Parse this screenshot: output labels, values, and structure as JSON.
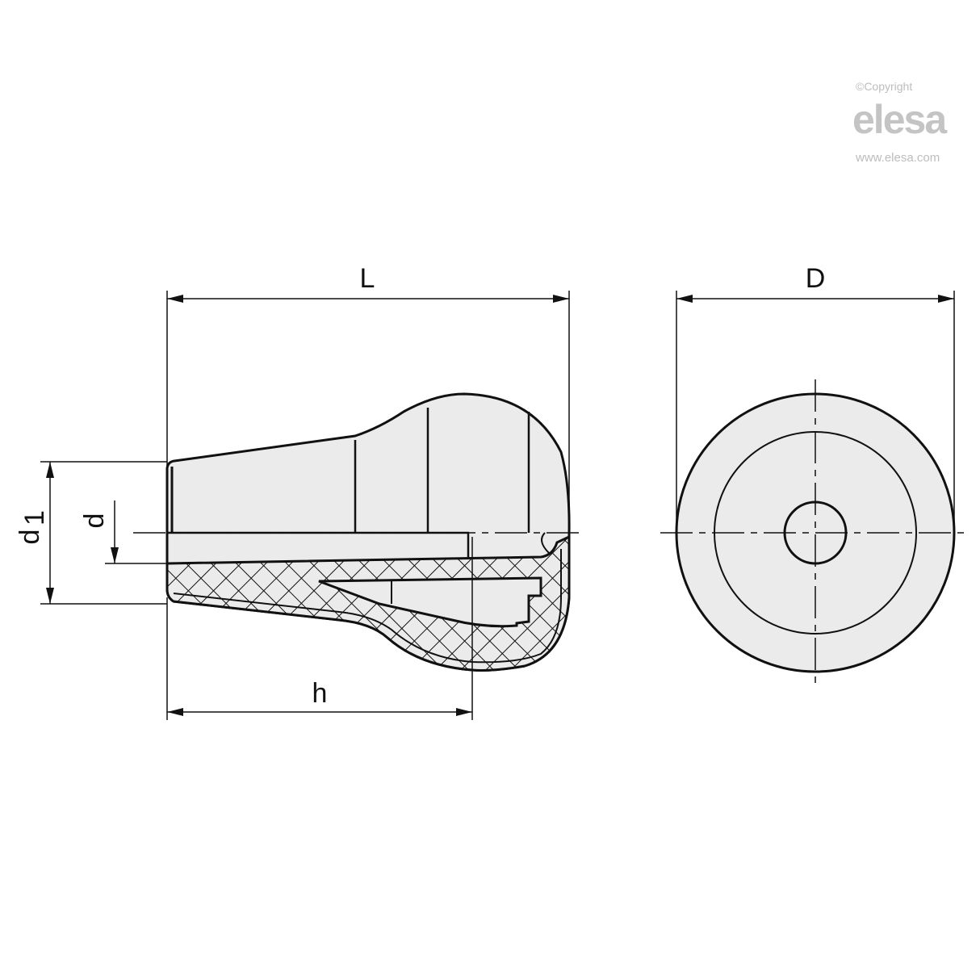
{
  "logo": {
    "copyright": "©Copyright",
    "brand": "elesa",
    "website": "www.elesa.com",
    "color": "#c4c4c4"
  },
  "dimensions": {
    "L": "L",
    "D": "D",
    "h": "h",
    "d1_main": "d",
    "d1_sub": "1",
    "d": "d"
  },
  "colors": {
    "line": "#111111",
    "fill": "#ebebeb"
  }
}
